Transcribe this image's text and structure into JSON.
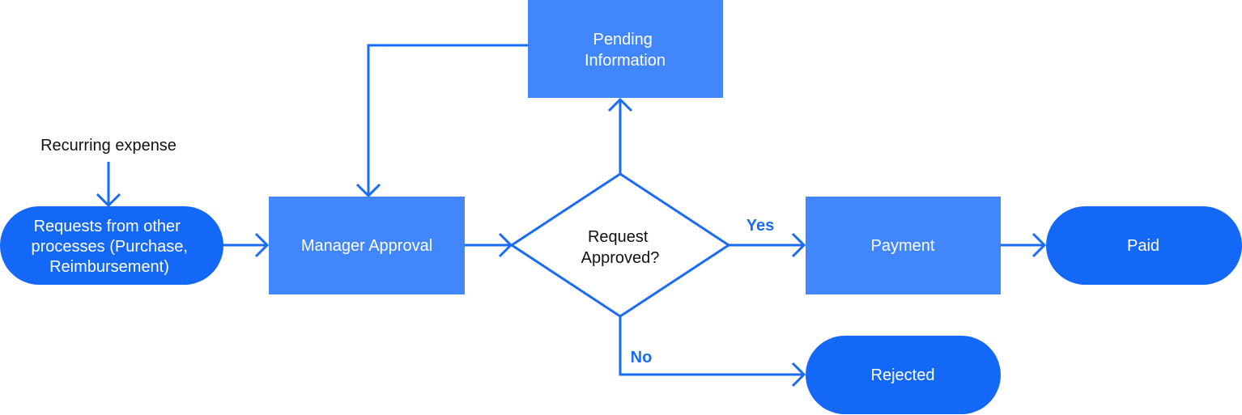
{
  "colors": {
    "process_fill": "#4187fb",
    "terminal_fill": "#1468f7",
    "decision_stroke": "#1a6cf5",
    "edge": "#1a6cf5",
    "text_on_fill": "#ffffff",
    "text_dark": "#111111"
  },
  "nodes": {
    "recurring": {
      "label": "Recurring expense"
    },
    "requests": {
      "lines": [
        "Requests from other",
        "processes (Purchase,",
        "Reimbursement)"
      ]
    },
    "manager": {
      "label": "Manager Approval"
    },
    "pending": {
      "lines": [
        "Pending",
        "Information"
      ]
    },
    "decision": {
      "lines": [
        "Request",
        "Approved?"
      ]
    },
    "payment": {
      "label": "Payment"
    },
    "paid": {
      "label": "Paid"
    },
    "rejected": {
      "label": "Rejected"
    }
  },
  "edges": {
    "yes_label": "Yes",
    "no_label": "No"
  }
}
